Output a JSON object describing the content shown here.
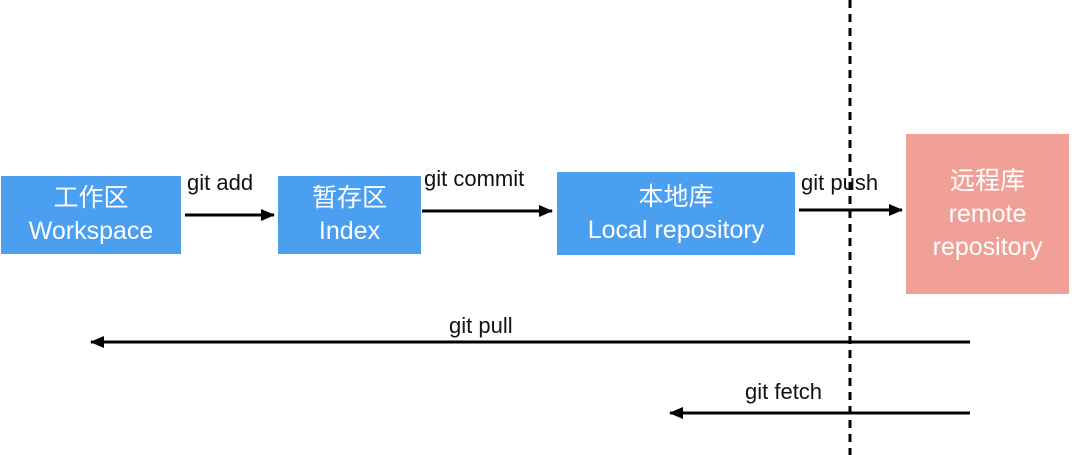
{
  "boxes": {
    "workspace": {
      "zh": "工作区",
      "en": "Workspace"
    },
    "index": {
      "zh": "暂存区",
      "en": "Index"
    },
    "local": {
      "zh": "本地库",
      "en": "Local repository"
    },
    "remote": {
      "zh": "远程库",
      "en_line1": "remote",
      "en_line2": "repository"
    }
  },
  "commands": {
    "add": "git add",
    "commit": "git commit",
    "push": "git push",
    "pull": "git pull",
    "fetch": "git fetch"
  },
  "colors": {
    "local_box": "#4a9ff0",
    "remote_box": "#f1a097",
    "arrow": "#000000"
  }
}
